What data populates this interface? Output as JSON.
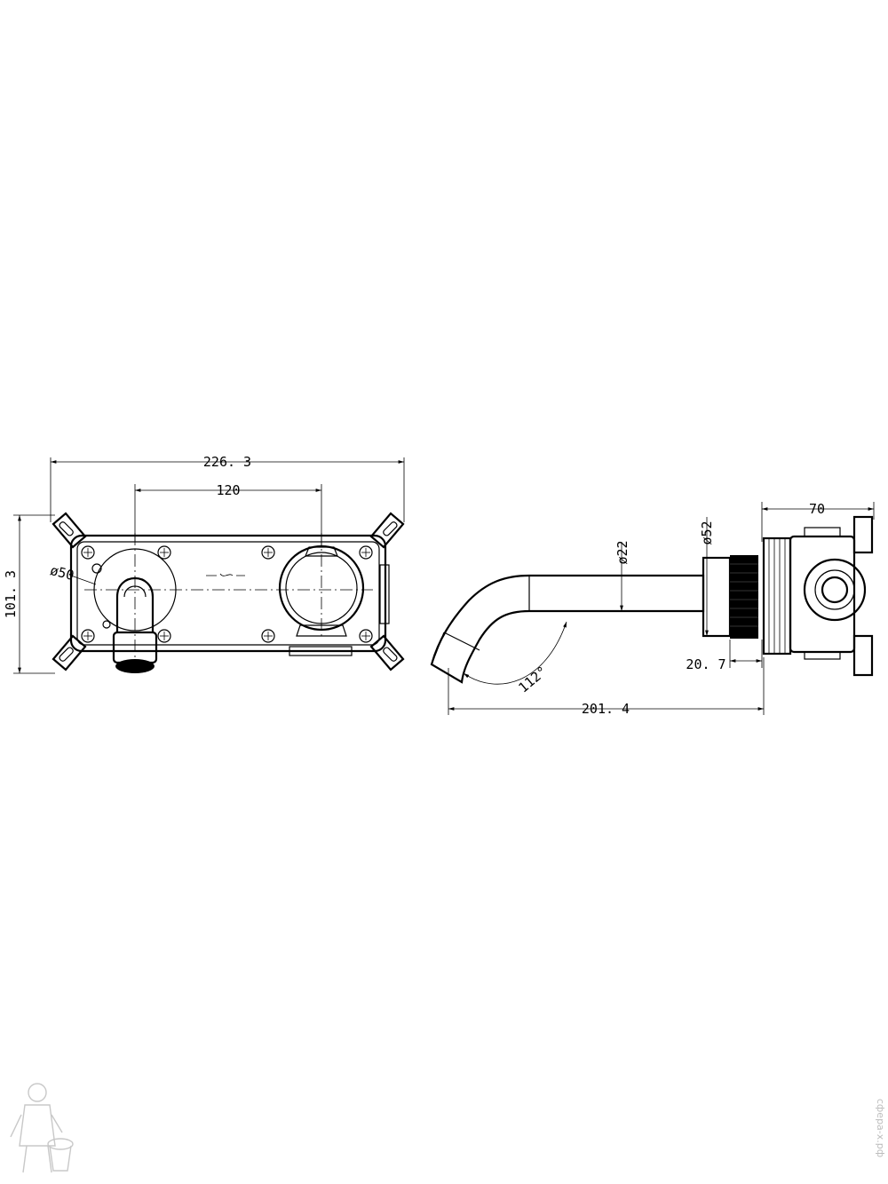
{
  "drawing": {
    "front_view": {
      "overall_width": "226. 3",
      "center_distance": "120",
      "overall_height": "101. 3",
      "outlet_diameter": "ø50"
    },
    "side_view": {
      "projection_depth": "70",
      "spout_diameter": "ø22",
      "flange_diameter": "ø52",
      "flange_thickness": "20. 7",
      "spout_length": "201. 4",
      "spout_angle": "112°"
    }
  },
  "watermark": {
    "site": "сфера-х.рф",
    "logo": "plumber-mascot-logo"
  }
}
